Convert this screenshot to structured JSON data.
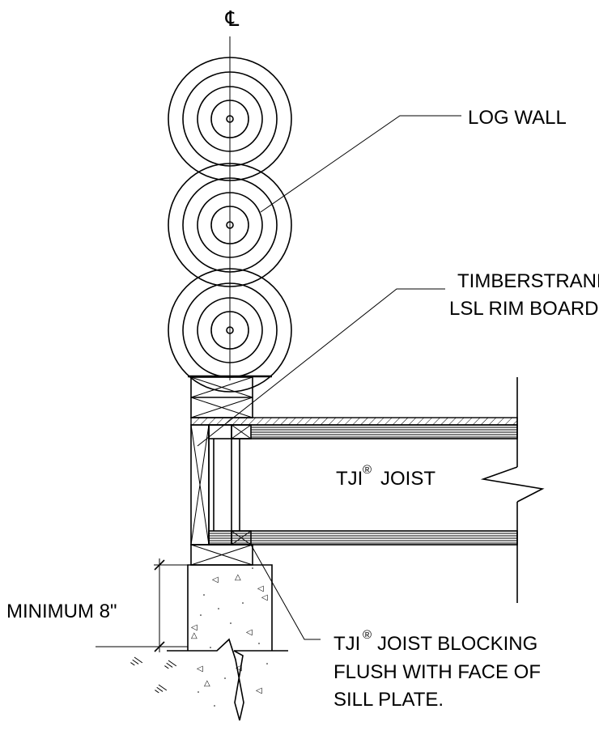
{
  "centerline_symbol": "℄",
  "labels": {
    "log_wall": "LOG WALL",
    "rim_board_line1": "TIMBERSTRAND®",
    "rim_board_line2": "LSL RIM BOARD",
    "joist_prefix": "TJI",
    "joist_suffix": "JOIST",
    "registered_mark": "®",
    "minimum": "MINIMUM 8\"",
    "blocking_line1_prefix": "TJI",
    "blocking_line1_suffix": "JOIST BLOCKING",
    "blocking_line2": "FLUSH WITH FACE OF",
    "blocking_line3": "SILL PLATE."
  },
  "colors": {
    "line": "#000000",
    "background": "#ffffff"
  }
}
